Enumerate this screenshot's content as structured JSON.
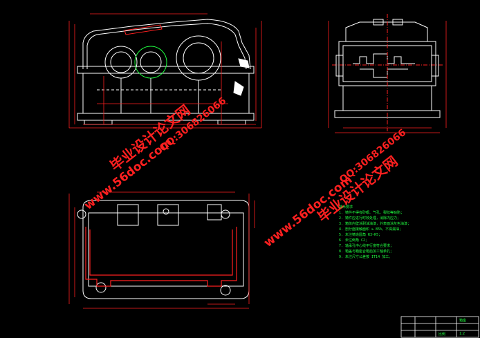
{
  "drawing": {
    "background": "#000000",
    "line_color": "#ffffff",
    "dim_color": "#ff2020",
    "note_color": "#20ff40",
    "accent_color": "#00ffff"
  },
  "watermarks": {
    "site": "www.56doc.com",
    "qq": "QQ:306826066",
    "name": "毕业设计论文网"
  },
  "technical_notes": {
    "lines": [
      "技术要求",
      "1. 铸件不得有砂眼、气孔、裂纹等缺陷；",
      "2. 铸件应进行时效处理，消除内应力；",
      "3. 箱体内壁涂耐油油漆，外表面涂灰色油漆；",
      "4. 剖分面接触面积 ≥ 85%，不得漏油；",
      "5. 未注铸造圆角 R3~R5；",
      "6. 未注倒角 C2；",
      "7. 轴承孔中心线平行度符合要求；",
      "8. 箱盖与箱座合箱后加工轴承孔；",
      "9. 未注尺寸公差按 IT14 加工。"
    ]
  },
  "title_block": {
    "label_a": "箱座",
    "label_b": "比例",
    "label_c": "1:2"
  }
}
